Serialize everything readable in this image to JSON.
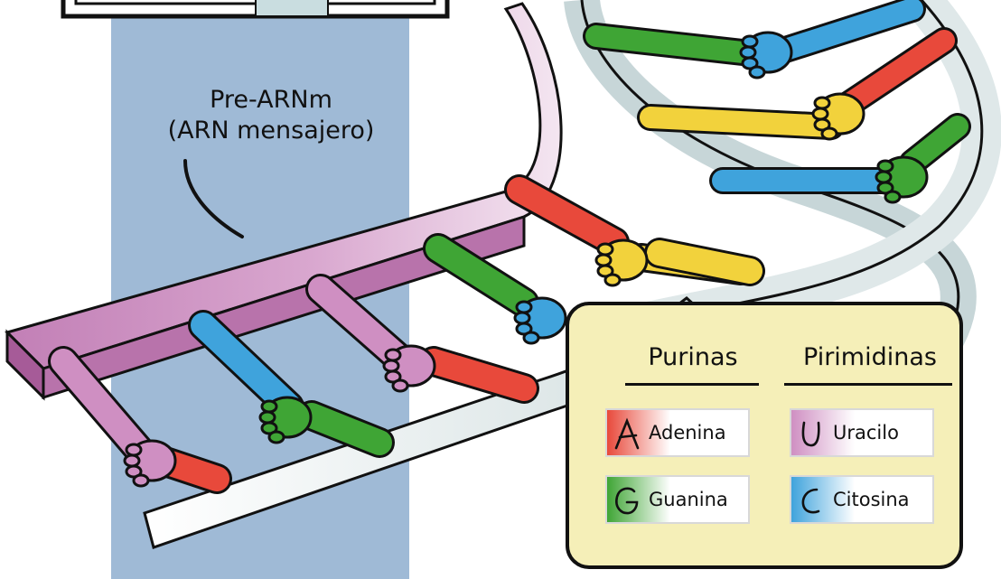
{
  "mrna_label": {
    "line1": "Pre-ARNm",
    "line2": "(ARN mensajero)"
  },
  "legend": {
    "purines": {
      "title": "Purinas",
      "items": [
        {
          "letter": "A",
          "name": "Adenina",
          "color": "#e8493b"
        },
        {
          "letter": "G",
          "name": "Guanina",
          "color": "#3fa535"
        }
      ]
    },
    "pyrimidines": {
      "title": "Pirimidinas",
      "items": [
        {
          "letter": "U",
          "name": "Uracilo",
          "color": "#cf8fc2"
        },
        {
          "letter": "C",
          "name": "Citosina",
          "color": "#3fa3dc"
        }
      ]
    }
  },
  "colors": {
    "rna_backbone": "#c98abd",
    "dna_backbone": "#dde6e7",
    "highlight_column": "#9fbad6",
    "legend_background": "#f5efb8",
    "adenine": "#e8493b",
    "guanine": "#3fa535",
    "uracil": "#cf8fc2",
    "cytosine": "#3fa3dc",
    "thymine": "#f2d23c"
  }
}
